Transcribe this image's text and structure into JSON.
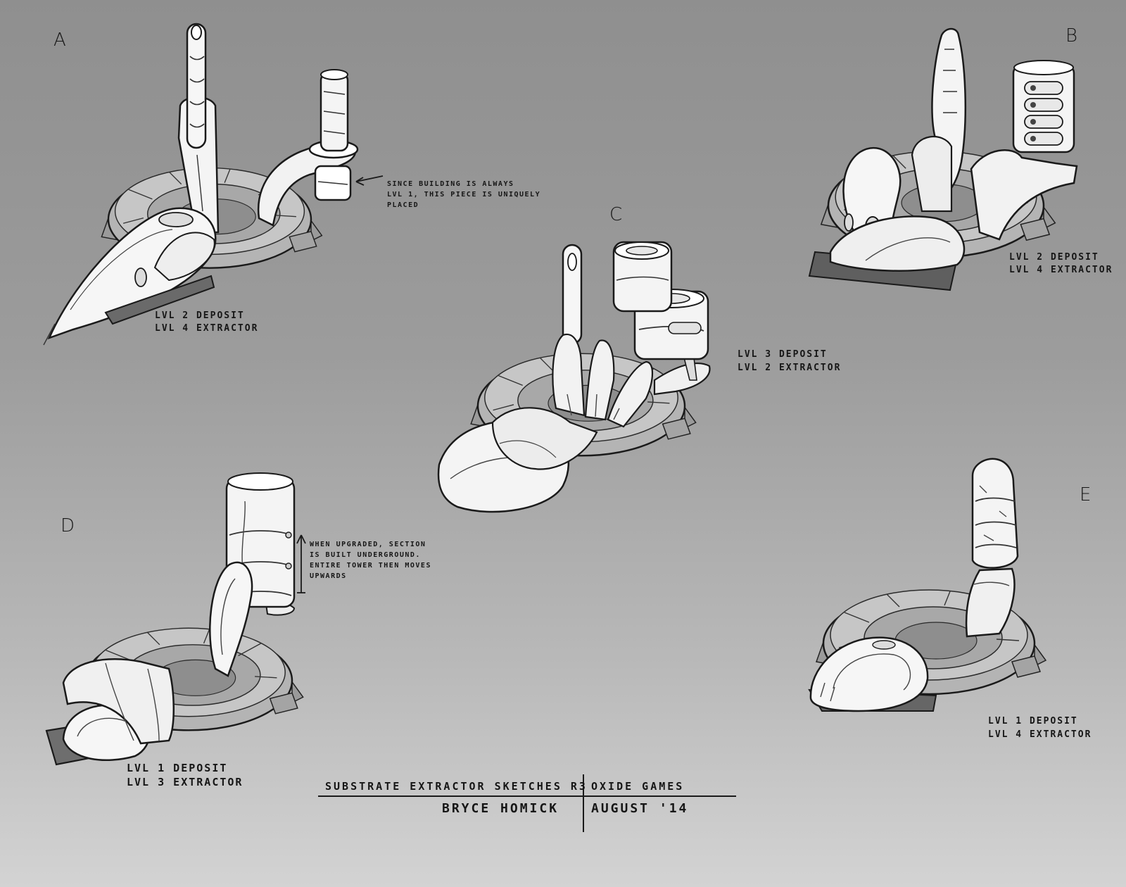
{
  "variants": [
    {
      "letter": "A",
      "level_lines": [
        "LVL 2 DEPOSIT",
        "LVL 4 EXTRACTOR"
      ],
      "note": "SINCE BUILDING IS ALWAYS\nLVL 1, THIS PIECE IS UNIQUELY\nPLACED"
    },
    {
      "letter": "B",
      "level_lines": [
        "LVL 2 DEPOSIT",
        "LVL 4 EXTRACTOR"
      ]
    },
    {
      "letter": "C",
      "level_lines": [
        "LVL 3 DEPOSIT",
        "LVL 2 EXTRACTOR"
      ]
    },
    {
      "letter": "D",
      "level_lines": [
        "LVL 1 DEPOSIT",
        "LVL 3 EXTRACTOR"
      ],
      "note": "WHEN UPGRADED, SECTION\nIS BUILT UNDERGROUND.\nENTIRE TOWER THEN MOVES\nUPWARDS"
    },
    {
      "letter": "E",
      "level_lines": [
        "LVL 1 DEPOSIT",
        "LVL 4 EXTRACTOR"
      ]
    }
  ],
  "title_block": {
    "title": "SUBSTRATE EXTRACTOR SKETCHES R3",
    "studio": "OXIDE GAMES",
    "artist": "BRYCE HOMICK",
    "date": "AUGUST '14"
  },
  "colors": {
    "background_top": "#8f8f8f",
    "background_bottom": "#d3d3d3",
    "ink": "#161616",
    "model_fill": "#f4f4f4",
    "base_fill": "#b4b4b4",
    "shadow_fill": "#5f5f5f"
  }
}
